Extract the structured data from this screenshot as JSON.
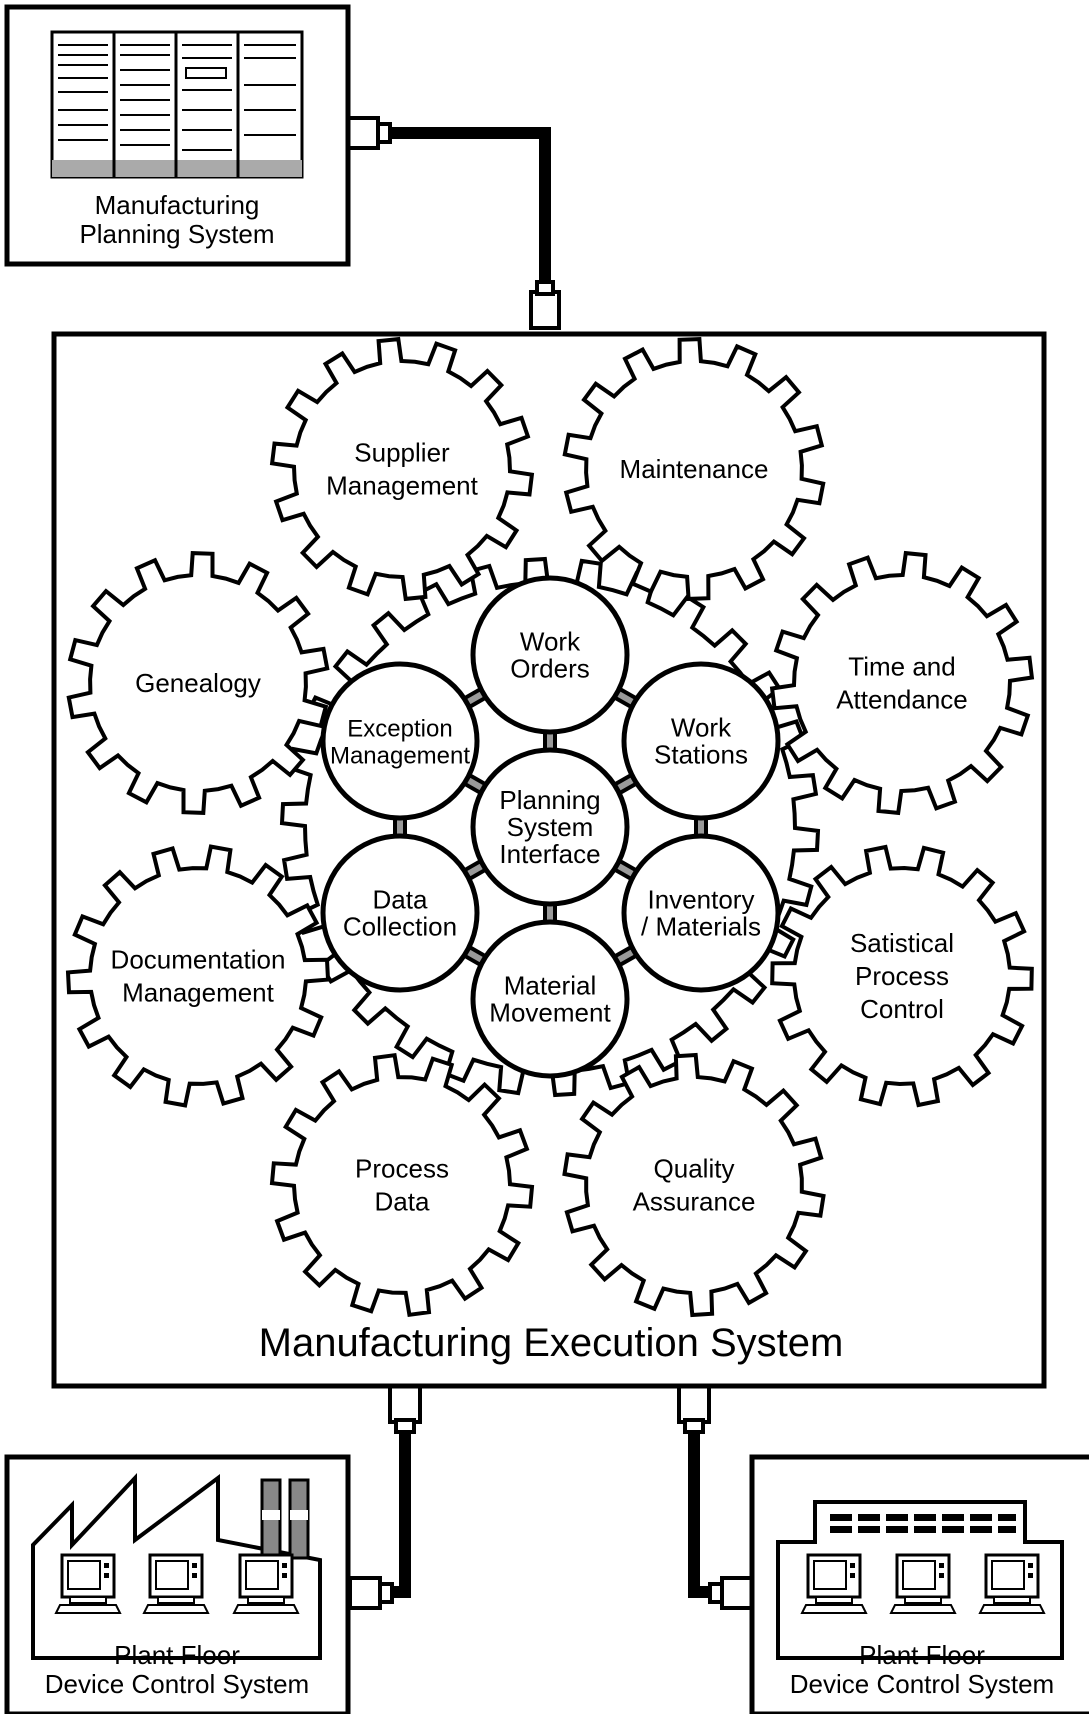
{
  "planning_system": {
    "line1": "Manufacturing",
    "line2": "Planning System"
  },
  "mes_title": "Manufacturing Execution System",
  "outer_gears": [
    {
      "id": "supplier-management",
      "lines": [
        "Supplier",
        "Management"
      ]
    },
    {
      "id": "maintenance",
      "lines": [
        "Maintenance"
      ]
    },
    {
      "id": "genealogy",
      "lines": [
        "Genealogy"
      ]
    },
    {
      "id": "time-and-attendance",
      "lines": [
        "Time and",
        "Attendance"
      ]
    },
    {
      "id": "documentation-management",
      "lines": [
        "Documentation",
        "Management"
      ]
    },
    {
      "id": "statistical-process-control",
      "lines": [
        "Satistical",
        "Process",
        "Control"
      ]
    },
    {
      "id": "process-data",
      "lines": [
        "Process",
        "Data"
      ]
    },
    {
      "id": "quality-assurance",
      "lines": [
        "Quality",
        "Assurance"
      ]
    }
  ],
  "inner_circles": [
    {
      "id": "work-orders",
      "lines": [
        "Work",
        "Orders"
      ]
    },
    {
      "id": "exception-management",
      "lines": [
        "Exception",
        "Management"
      ]
    },
    {
      "id": "work-stations",
      "lines": [
        "Work",
        "Stations"
      ]
    },
    {
      "id": "planning-system-interface",
      "lines": [
        "Planning",
        "System",
        "Interface"
      ]
    },
    {
      "id": "data-collection",
      "lines": [
        "Data",
        "Collection"
      ]
    },
    {
      "id": "inventory-materials",
      "lines": [
        "Inventory",
        "/ Materials"
      ]
    },
    {
      "id": "material-movement",
      "lines": [
        "Material",
        "Movement"
      ]
    }
  ],
  "plant_floor_left": {
    "line1": "Plant Floor",
    "line2": "Device Control System"
  },
  "plant_floor_right": {
    "line1": "Plant Floor",
    "line2": "Device Control System"
  }
}
